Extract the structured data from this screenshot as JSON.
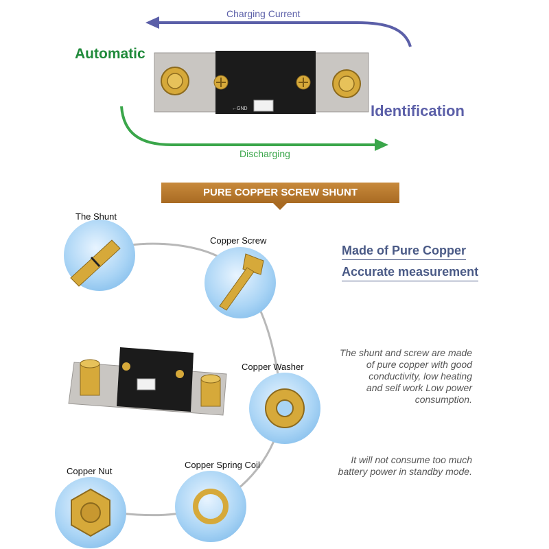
{
  "top_diagram": {
    "charging_label": "Charging Current",
    "discharging_label": "Discharging",
    "automatic_label": "Automatic",
    "identification_label": "Identification",
    "pcb_gnd_label": "←GND",
    "charging_color": "#5b5fa8",
    "discharging_color": "#3aa64a"
  },
  "banner": {
    "title": "PURE COPPER SCREW SHUNT",
    "color": "#b07528"
  },
  "parts": {
    "shunt": "The Shunt",
    "screw": "Copper Screw",
    "washer": "Copper  Washer",
    "nut": "Copper Nut",
    "spring_coil": "Copper Spring Coil"
  },
  "features": {
    "item1": "Made of Pure Copper",
    "item2": "Accurate measurement"
  },
  "descriptions": {
    "para1_line1": "The shunt and screw are made",
    "para1_line2": "of pure copper with good",
    "para1_line3": "conductivity, low heating",
    "para1_line4": "and self work Low power",
    "para1_line5": "consumption.",
    "para2_line1": "It will not consume too much",
    "para2_line2": "battery power in standby mode."
  }
}
